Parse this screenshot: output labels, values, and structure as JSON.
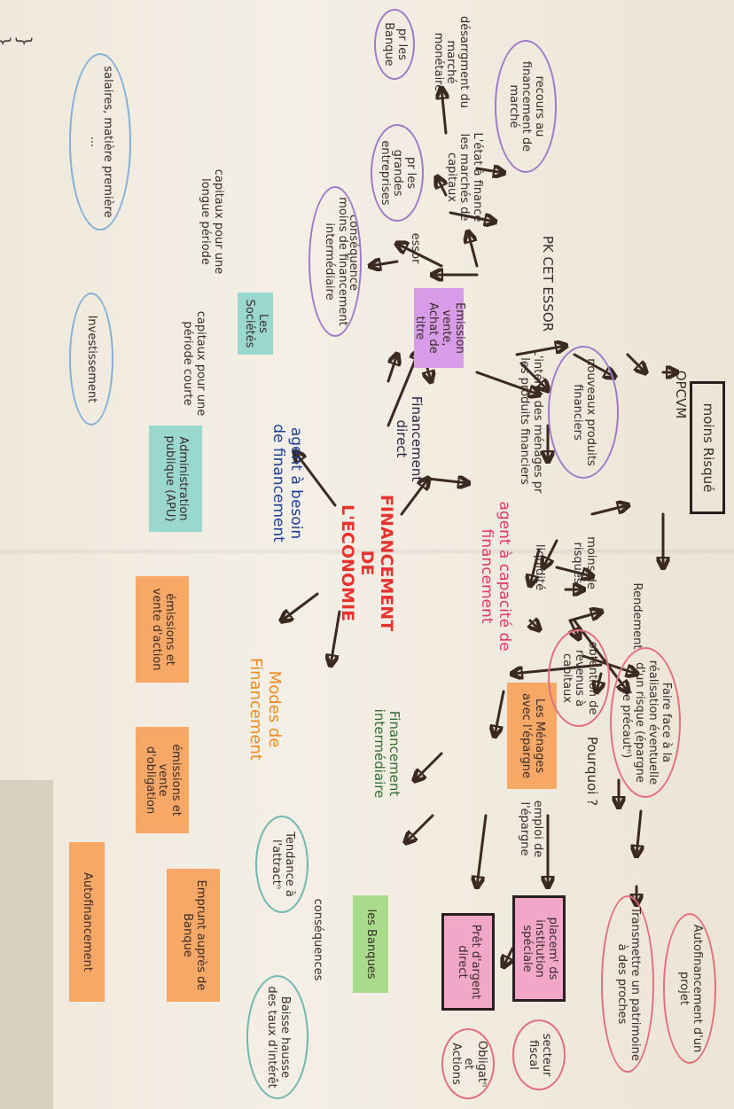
{
  "corner_marks": "} }",
  "nodes": {
    "center": "FINANCEMENT DE L'ECONOMIE",
    "besoin": "agent à besoin de financement",
    "capacite": "agent à capacité de financement",
    "modes": "Modes de Financement",
    "direct": "Financement direct",
    "intermediaire": "Financement intermédiaire",
    "emission": "Emission vente, Achat de titre",
    "essor": "essor",
    "pk_essor": "PK CET ESSOR",
    "grandes_entreprises": "pr les grandes entreprises",
    "pr_banque": "pr les Banque",
    "etat": "L'état à financé les marchés de capitaux",
    "desarrgment": "désarrgment du marché monétaire",
    "recours": "recours au financement de marché",
    "consequence": "conséquence",
    "moins_financement": "moins de financement intermédiaire",
    "interet_menages": "L'intérêt des ménages pr les produits financiers",
    "nouveaux_produits": "nouveaux produits financiers",
    "opcvm": "OPCVM",
    "moins_risque": "moins Risqué",
    "societes": "Les Sociétés",
    "capitaux_longue": "capitaux pour une longue période",
    "capitaux_courte": "capitaux pour une période courte",
    "salaires": "salaires, matière première ...",
    "investissement": "Investissement",
    "admin": "Administration publique (APU)",
    "emission_action": "émissions et vente d'action",
    "emission_obligation": "émissions et vente d'obligation",
    "autofinancement": "Autofinancement",
    "emprunt": "Emprunt auprès de Banque",
    "banques": "les Banques",
    "consequences": "conséquences",
    "tendance": "Tendance à l'attractⁿ",
    "baisse": "Baisse hausse des taux d'intérêt",
    "menages": "Les Ménages avec l'épargne",
    "pourquoi": "Pourquoi ?",
    "obtention": "obtention de revenus à capitaux",
    "rendement": "Rendement",
    "moins_risques": "moins de risques",
    "liquidite": "liquidité",
    "faire_face": "Faire face à la réalisation éventuelle d'un risque (épargne de précautⁿ)",
    "autofin_projet": "Autofinancement d'un projet",
    "transmettre": "Transmettre un patrimoine à des proches",
    "emploi": "emploi de l'épargne",
    "placement": "placemᵗ ds institution spéciale",
    "pret": "Prêt d'argent direct",
    "secteur": "secteur fiscal",
    "obligations": "Obligatⁿ et Actions"
  },
  "colors": {
    "paper": "#f2ece2",
    "red_text": "#e8332f",
    "blue_text": "#1b3f9a",
    "pink_text": "#e4336a",
    "orange_text": "#f08a1c",
    "green_text": "#2f6f2f",
    "purple_hl": "#d79be8",
    "teal_hl": "#9ad8cf",
    "orange_hl": "#f7a866",
    "pink_hl": "#f2a6c8",
    "green_hl": "#a8dc8a"
  }
}
